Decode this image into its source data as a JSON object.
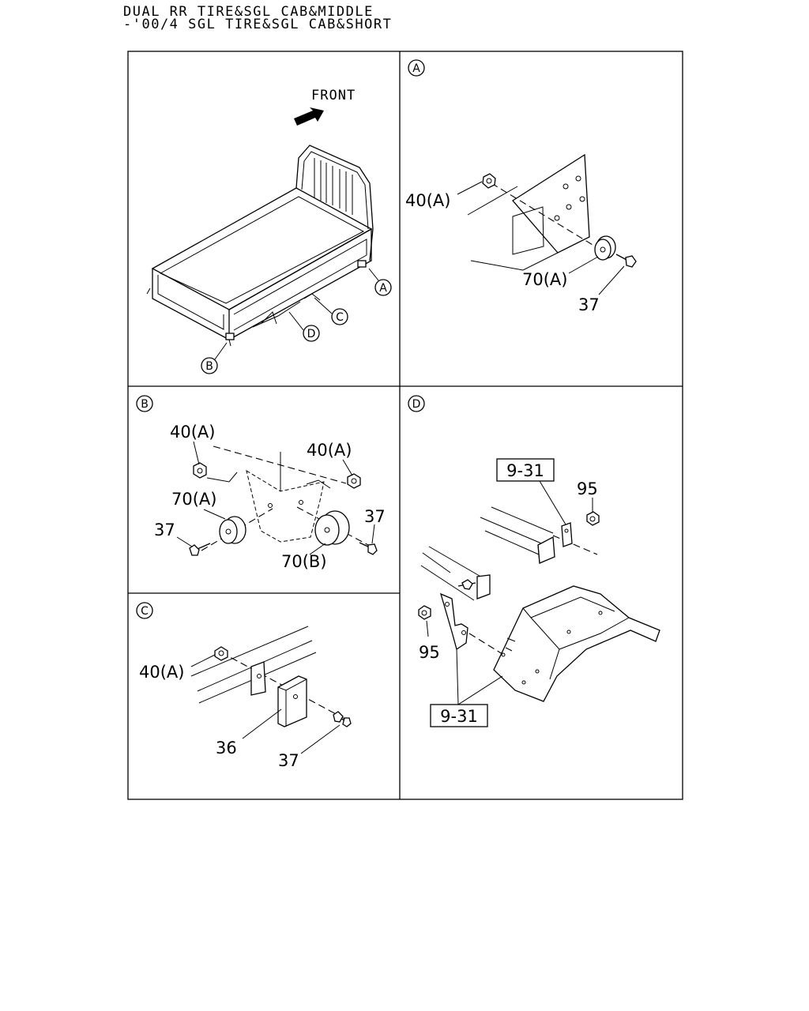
{
  "header": {
    "line1": "DUAL RR TIRE&SGL CAB&MIDDLE",
    "line2": "-'00/4 SGL TIRE&SGL CAB&SHORT"
  },
  "overview": {
    "front_label": "FRONT",
    "callout_a": "A",
    "callout_b": "B",
    "callout_c": "C",
    "callout_d": "D"
  },
  "panel_a": {
    "tag": "A",
    "label_40a": "40(A)",
    "label_70a": "70(A)",
    "label_37": "37"
  },
  "panel_b": {
    "tag": "B",
    "label_40a_left": "40(A)",
    "label_40a_right": "40(A)",
    "label_70a": "70(A)",
    "label_70b": "70(B)",
    "label_37_left": "37",
    "label_37_right": "37"
  },
  "panel_c": {
    "tag": "C",
    "label_40a": "40(A)",
    "label_36": "36",
    "label_37": "37"
  },
  "panel_d": {
    "tag": "D",
    "ref_top": "9-31",
    "ref_bottom": "9-31",
    "label_95_top": "95",
    "label_95_left": "95"
  }
}
